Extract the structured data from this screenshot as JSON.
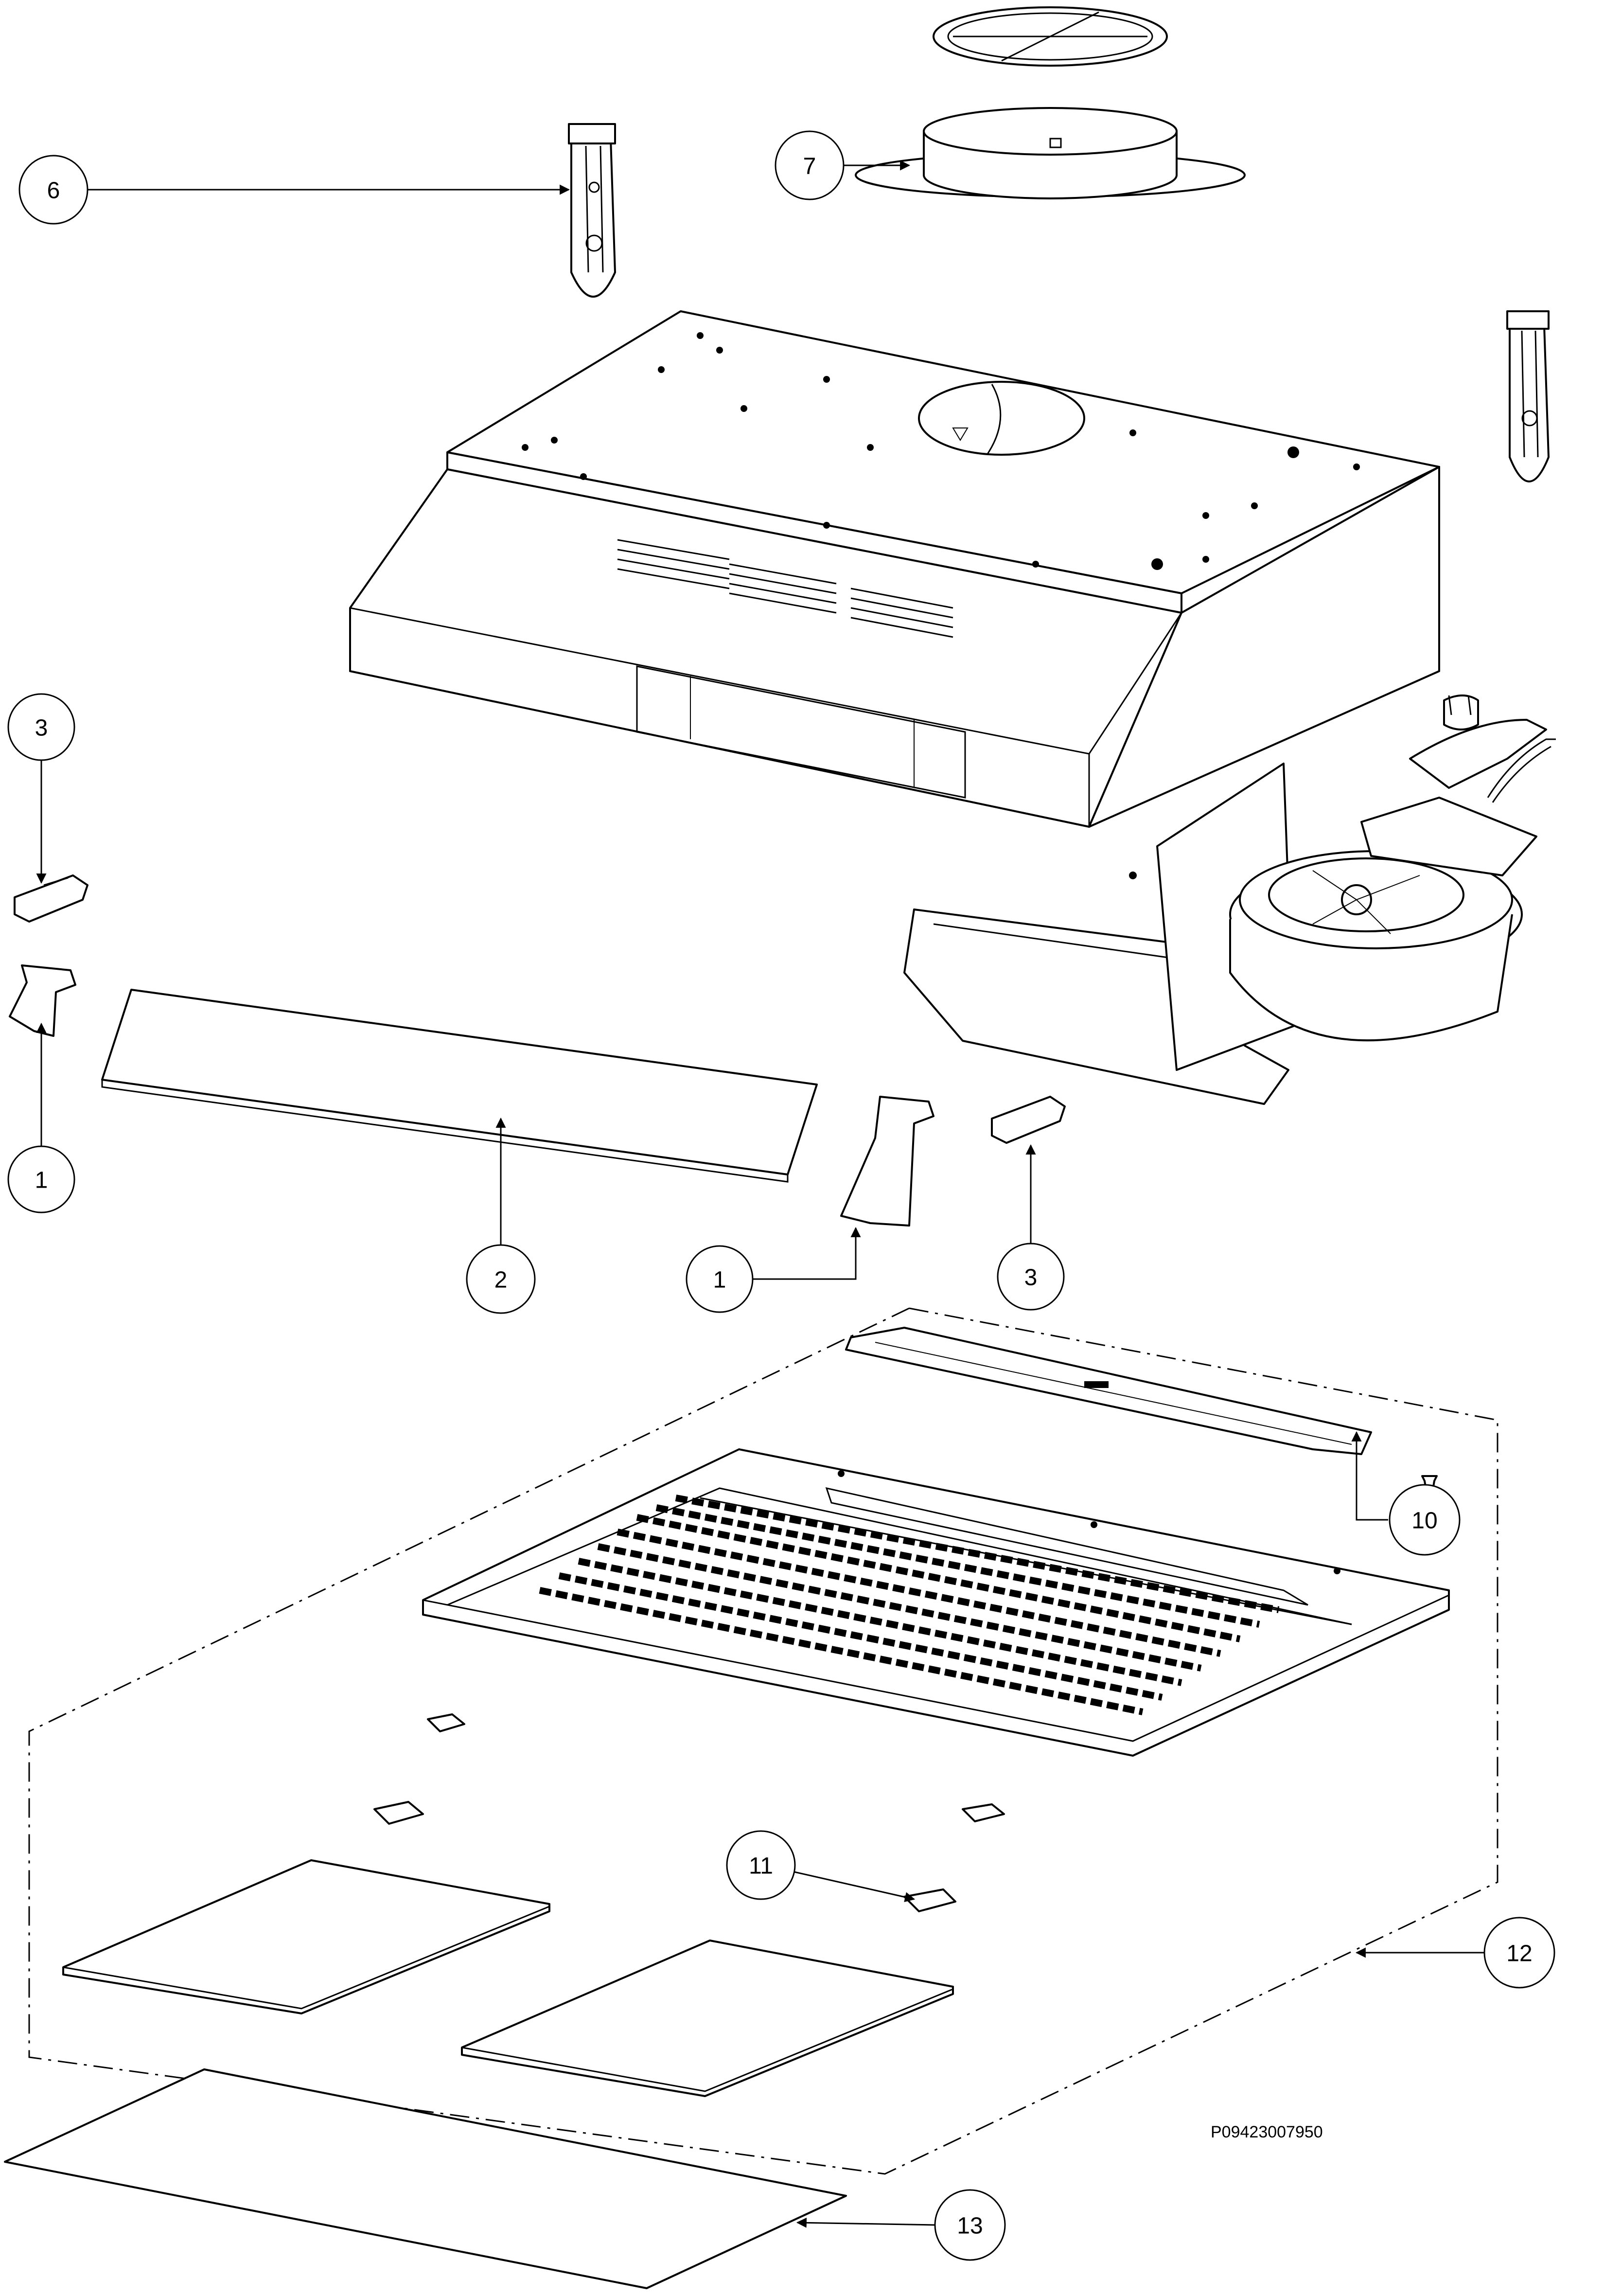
{
  "callouts": [
    {
      "label": "6"
    },
    {
      "label": "7"
    },
    {
      "label": "3"
    },
    {
      "label": "1"
    },
    {
      "label": "2"
    },
    {
      "label": "1"
    },
    {
      "label": "3"
    },
    {
      "label": "10"
    },
    {
      "label": "11"
    },
    {
      "label": "12"
    },
    {
      "label": "13"
    }
  ],
  "reference_code": "P09423007950",
  "colors": {
    "line": "#000000",
    "background": "#ffffff"
  }
}
